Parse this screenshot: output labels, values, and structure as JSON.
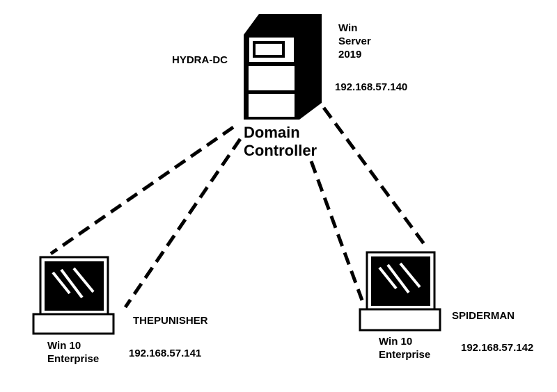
{
  "server": {
    "hostname": "HYDRA-DC",
    "os": "Win\nServer\n2019",
    "ip": "192.168.57.140",
    "role": "Domain\nController"
  },
  "client_left": {
    "hostname": "THEPUNISHER",
    "os": "Win 10\nEnterprise",
    "ip": "192.168.57.141"
  },
  "client_right": {
    "hostname": "SPIDERMAN",
    "os": "Win 10\nEnterprise",
    "ip": "192.168.57.142"
  },
  "colors": {
    "stroke": "#000000",
    "background": "#ffffff"
  }
}
